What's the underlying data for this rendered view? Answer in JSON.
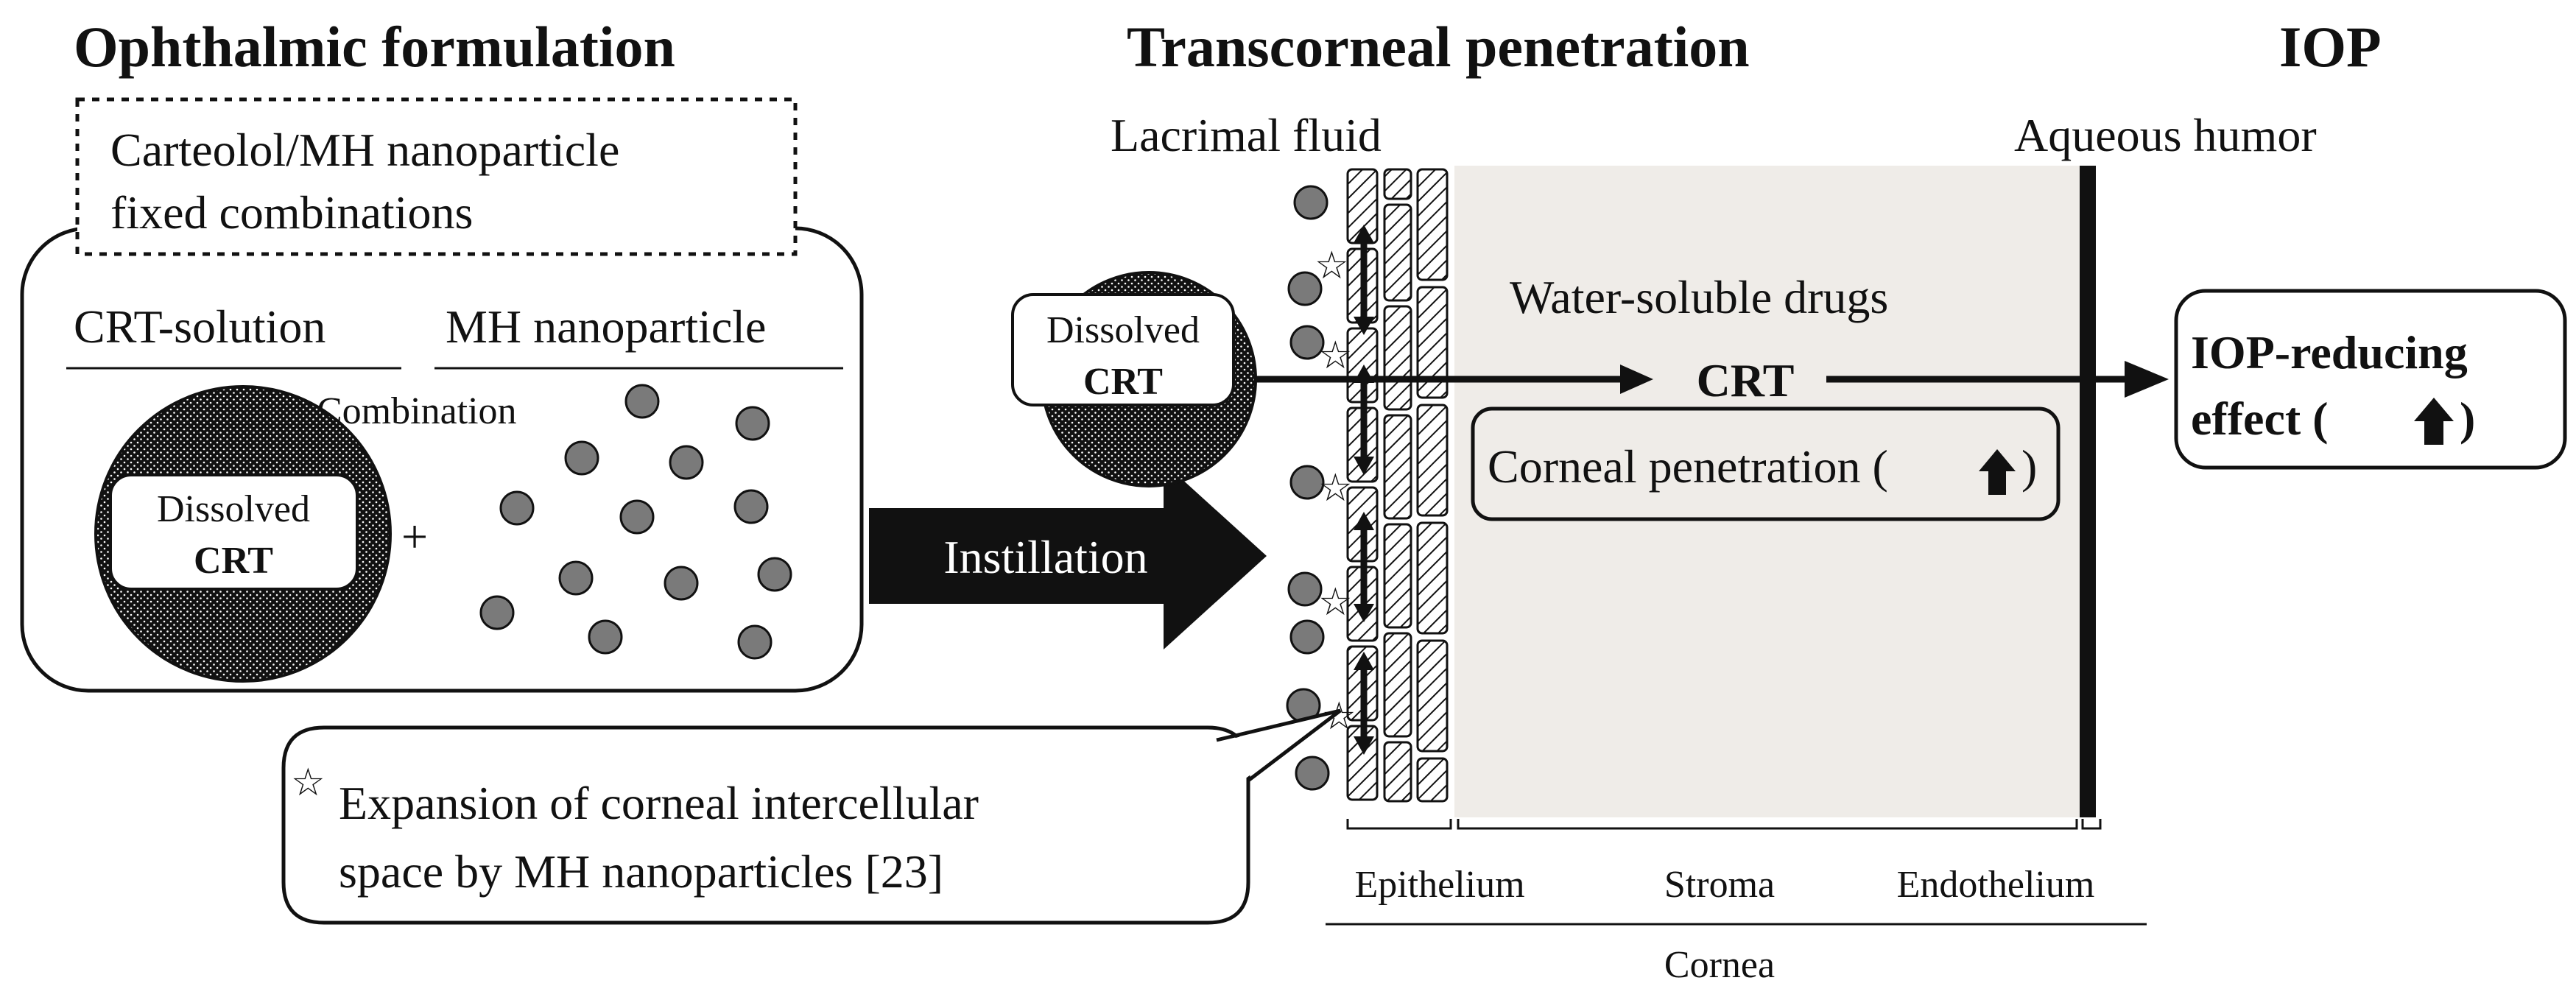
{
  "headers": {
    "formulation": "Ophthalmic formulation",
    "penetration": "Transcorneal penetration",
    "iop": "IOP"
  },
  "formulation": {
    "title_line1": "Carteolol/MH nanoparticle",
    "title_line2": "fixed combinations",
    "crt_solution_label": "CRT-solution",
    "mh_nanoparticle_label": "MH nanoparticle",
    "combination_label": "Combination",
    "dissolved_label": "Dissolved",
    "crt_label": "CRT",
    "plus_sign": "+"
  },
  "instillation_label": "Instillation",
  "penetration": {
    "lacrimal_fluid_label": "Lacrimal  fluid",
    "aqueous_humor_label": "Aqueous humor",
    "dissolved_label": "Dissolved",
    "crt_label": "CRT",
    "water_soluble_label": "Water-soluble drugs",
    "crt_arrow_label": "CRT",
    "corneal_penetration_label": "Corneal penetration (",
    "corneal_penetration_close": ")"
  },
  "iop_effect": {
    "line1": "IOP-reducing",
    "line2": "effect  (",
    "line2_close": ")"
  },
  "footnote": {
    "star": "☆",
    "line1": "Expansion  of  corneal  intercellular",
    "line2": "space by MH nanoparticles [23]"
  },
  "cornea_layers": {
    "epithelium": "Epithelium",
    "stroma": "Stroma",
    "endothelium": "Endothelium",
    "cornea": "Cornea"
  },
  "colors": {
    "particle_fill": "#7a7a7a",
    "stroma_fill": "#efece8",
    "dark": "#111111"
  }
}
